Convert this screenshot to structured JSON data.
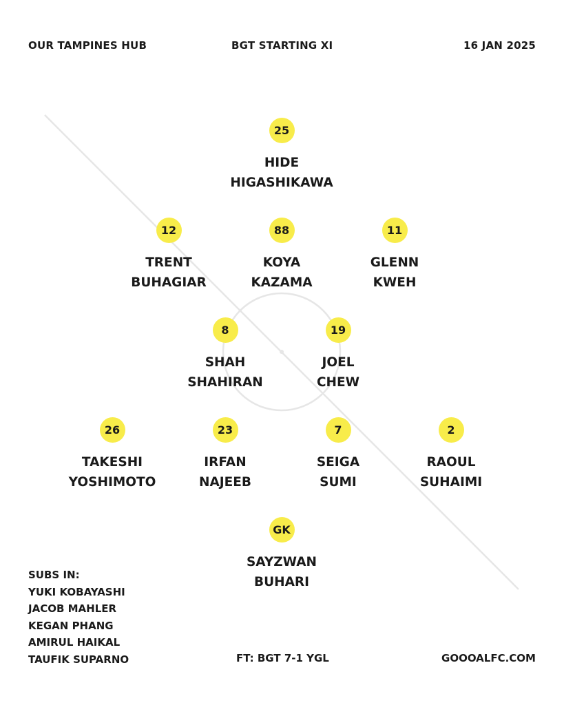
{
  "header": {
    "venue": "OUR TAMPINES HUB",
    "title": "BGT STARTING XI",
    "date": "16 JAN 2025"
  },
  "colors": {
    "badge": "#f8ec4a",
    "text": "#1a1a1a",
    "lines": "#e6e6e6"
  },
  "players": [
    {
      "number": "25",
      "first": "HIDE",
      "last": "HIGASHIKAWA"
    },
    {
      "number": "12",
      "first": "TRENT",
      "last": "BUHAGIAR"
    },
    {
      "number": "88",
      "first": "KOYA",
      "last": "KAZAMA"
    },
    {
      "number": "11",
      "first": "GLENN",
      "last": "KWEH"
    },
    {
      "number": "8",
      "first": "SHAH",
      "last": "SHAHIRAN"
    },
    {
      "number": "19",
      "first": "JOEL",
      "last": "CHEW"
    },
    {
      "number": "26",
      "first": "TAKESHI",
      "last": "YOSHIMOTO"
    },
    {
      "number": "23",
      "first": "IRFAN",
      "last": "NAJEEB"
    },
    {
      "number": "7",
      "first": "SEIGA",
      "last": "SUMI"
    },
    {
      "number": "2",
      "first": "RAOUL",
      "last": "SUHAIMI"
    },
    {
      "number": "GK",
      "first": "SAYZWAN",
      "last": "BUHARI"
    }
  ],
  "subs": {
    "title": "SUBS IN:",
    "names": [
      "YUKI KOBAYASHI",
      "JACOB MAHLER",
      "KEGAN PHANG",
      "AMIRUL HAIKAL",
      "TAUFIK SUPARNO"
    ]
  },
  "footer": {
    "result": "FT: BGT 7-1 YGL",
    "site": "GOOOALFC.COM"
  }
}
